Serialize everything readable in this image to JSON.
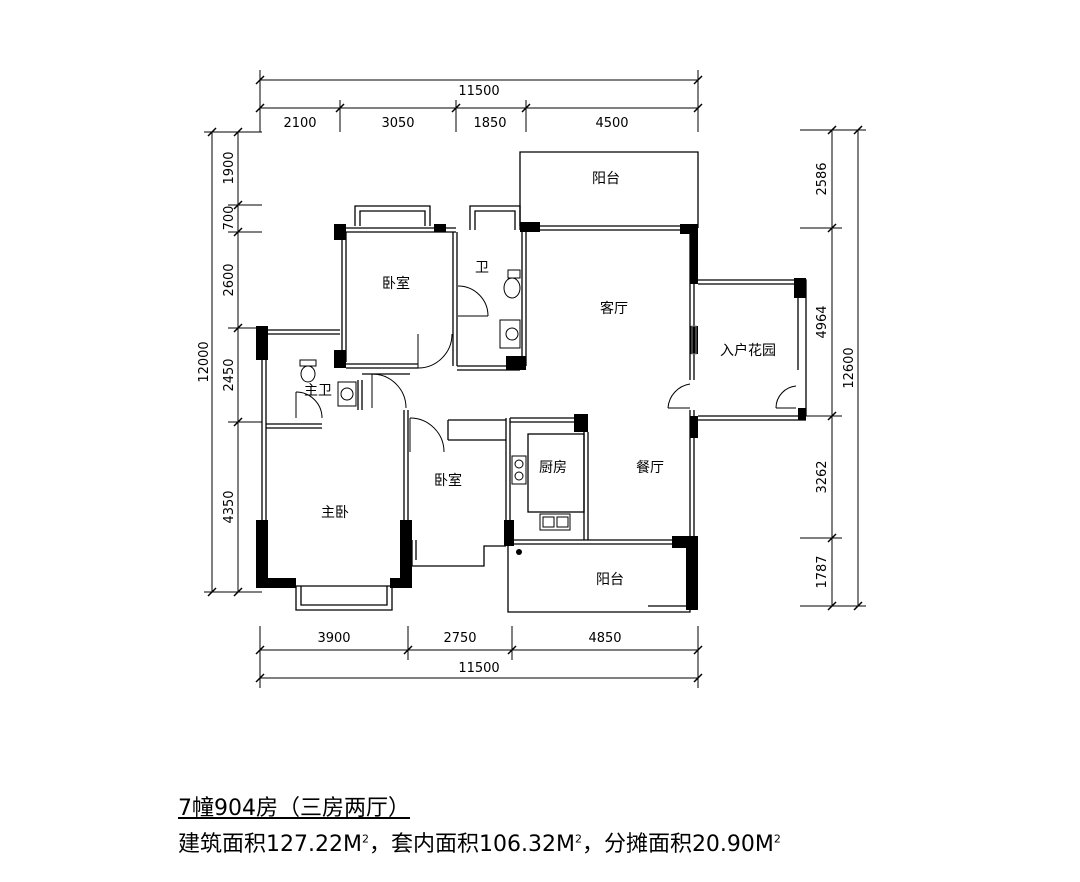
{
  "rooms": {
    "balcony_top": "阳台",
    "bedroom_top": "卧室",
    "bath": "卫",
    "living": "客厅",
    "entrance_garden": "入户花园",
    "master_bath": "主卫",
    "master_bedroom": "主卧",
    "bedroom_mid": "卧室",
    "kitchen": "厨房",
    "dining": "餐厅",
    "balcony_bottom": "阳台"
  },
  "dims": {
    "top_total": "11500",
    "top_segments": [
      "2100",
      "3050",
      "1850",
      "4500"
    ],
    "bottom_segments": [
      "3900",
      "2750",
      "4850"
    ],
    "bottom_total": "11500",
    "left_total": "12000",
    "left_segments": [
      "1900",
      "700",
      "2600",
      "2450",
      "4350"
    ],
    "right_total": "12600",
    "right_segments": [
      "2586",
      "4964",
      "3262",
      "1787"
    ]
  },
  "info": {
    "title": "7幢904房（三房两厅）",
    "build_label": "建筑面积127.22M",
    "sep1": "，套内面积106.32M",
    "sep2": "，分摊面积20.90M",
    "sup": "2"
  }
}
